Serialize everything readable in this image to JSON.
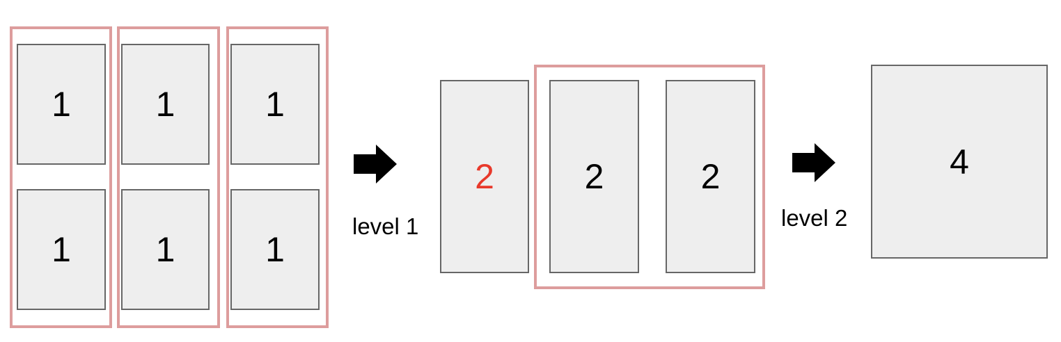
{
  "stage1": {
    "blocks": [
      "1",
      "1",
      "1",
      "1",
      "1",
      "1"
    ]
  },
  "transition1": {
    "label": "level 1",
    "icon": "right-arrow-icon"
  },
  "stage2": {
    "blocks": [
      "2",
      "2",
      "2"
    ],
    "highlight_color": "#e8392b"
  },
  "transition2": {
    "label": "level 2",
    "icon": "right-arrow-icon"
  },
  "stage3": {
    "blocks": [
      "4"
    ]
  },
  "colors": {
    "group_border": "#dd9d9d",
    "block_fill": "#eeeeee",
    "block_border": "#666666",
    "arrow": "#000000"
  }
}
